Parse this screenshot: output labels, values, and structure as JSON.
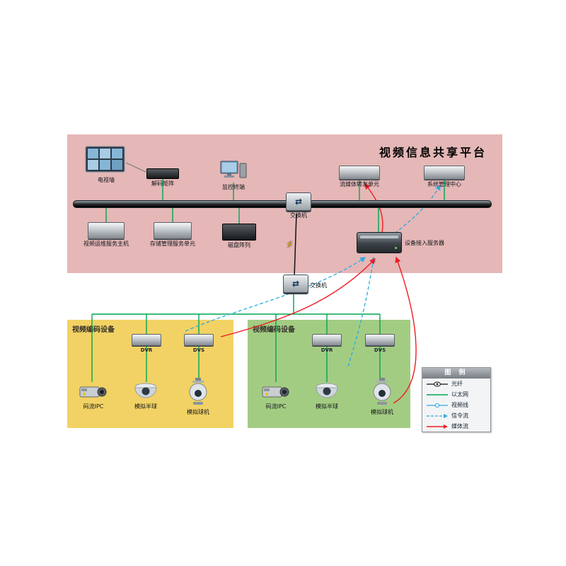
{
  "title": "视频信息共享平台",
  "regions": {
    "encoder_left": {
      "label": "视频编码设备"
    },
    "encoder_right": {
      "label": "视频编码设备"
    }
  },
  "platform": {
    "tv_wall": "电视墙",
    "decoder_matrix": "解码矩阵",
    "monitor_terminal": "监控终端",
    "switch_top": "交换机",
    "stream_forward": "流媒体转发单元",
    "sys_mgmt": "系统管理中心",
    "video_ops_host": "视频运维服务主机",
    "storage_mgmt": "存储管理服务单元",
    "disk_array": "磁盘阵列",
    "access_server": "设备接入服务器",
    "switch_bottom": "交换机"
  },
  "encoders": {
    "dvr": "DVR",
    "dvs": "DVS",
    "ipc": "码流IPC",
    "dome": "模拟半球",
    "ptz": "模拟球机"
  },
  "legend": {
    "title": "图 例",
    "items": [
      {
        "label": "光纤",
        "type": "fiber",
        "color": "#111111"
      },
      {
        "label": "以太网",
        "type": "ethernet",
        "color": "#00a651"
      },
      {
        "label": "视频线",
        "type": "video",
        "color": "#29abe2"
      },
      {
        "label": "信令流",
        "type": "signal",
        "color": "#29abe2"
      },
      {
        "label": "媒体流",
        "type": "media",
        "color": "#ed1c24"
      }
    ]
  },
  "icons": {
    "switch_arrows": "⇄",
    "lightning": "⚡"
  },
  "colors": {
    "platform_bg": "#e5b7b7",
    "encoder_left_bg": "#f2d264",
    "encoder_right_bg": "#a3cc83",
    "ethernet": "#00a651",
    "signal_flow": "#29abe2",
    "media_flow": "#ed1c24"
  }
}
